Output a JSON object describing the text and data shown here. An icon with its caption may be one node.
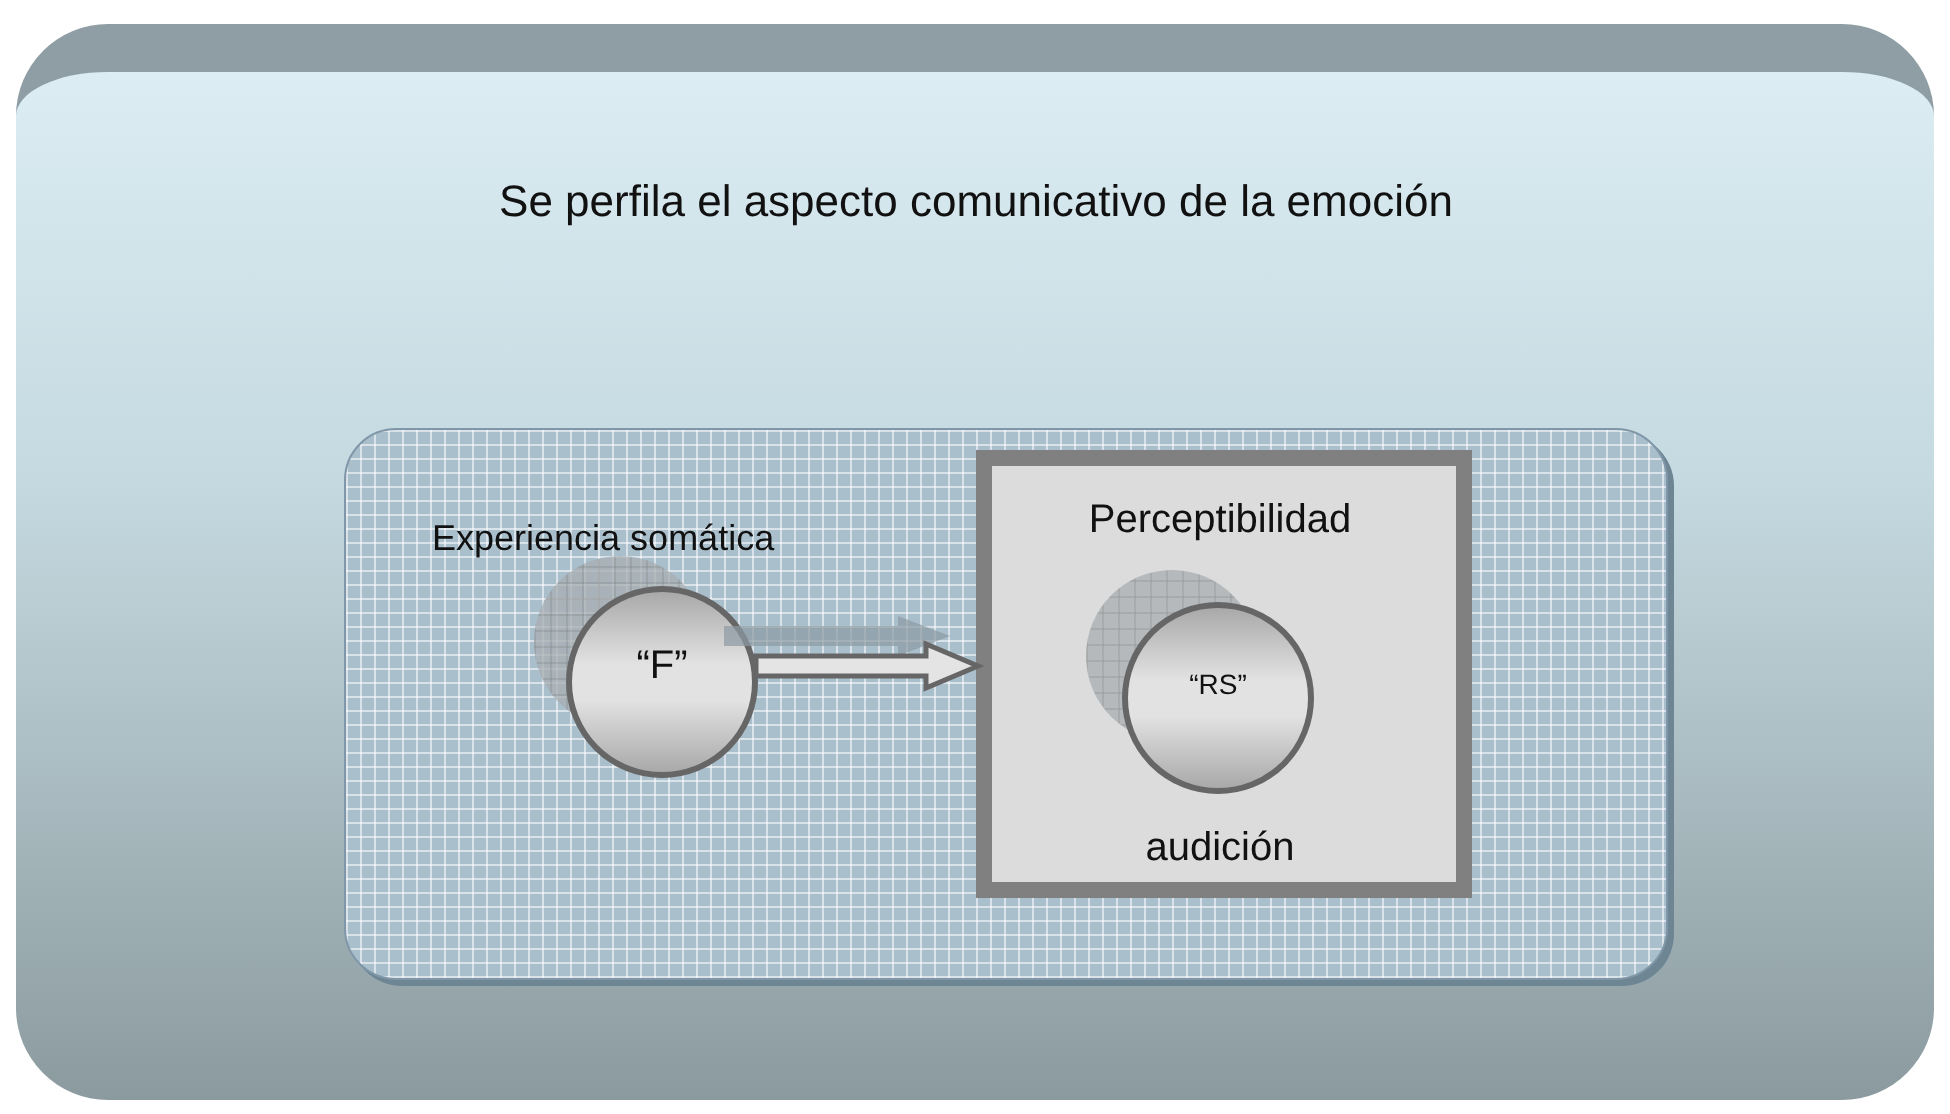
{
  "diagram": {
    "nodes": [
      {
        "text": [
          "Se perfila el aspecto comunicativo de la emoción"
        ]
      },
      {
        "text": [],
        "shape": "box",
        "in": 0
      },
      {
        "text": [
          "“F”"
        ],
        "in": 1,
        "beside": [
          "Experiencia somática"
        ]
      },
      {
        "text": [
          "Perceptibilidad",
          "audición"
        ],
        "in": 1
      },
      {
        "text": [
          "“RS”"
        ],
        "in": 3
      }
    ],
    "edges": [
      {
        "from": 2,
        "to": 3,
        "arrow": "to"
      }
    ]
  }
}
